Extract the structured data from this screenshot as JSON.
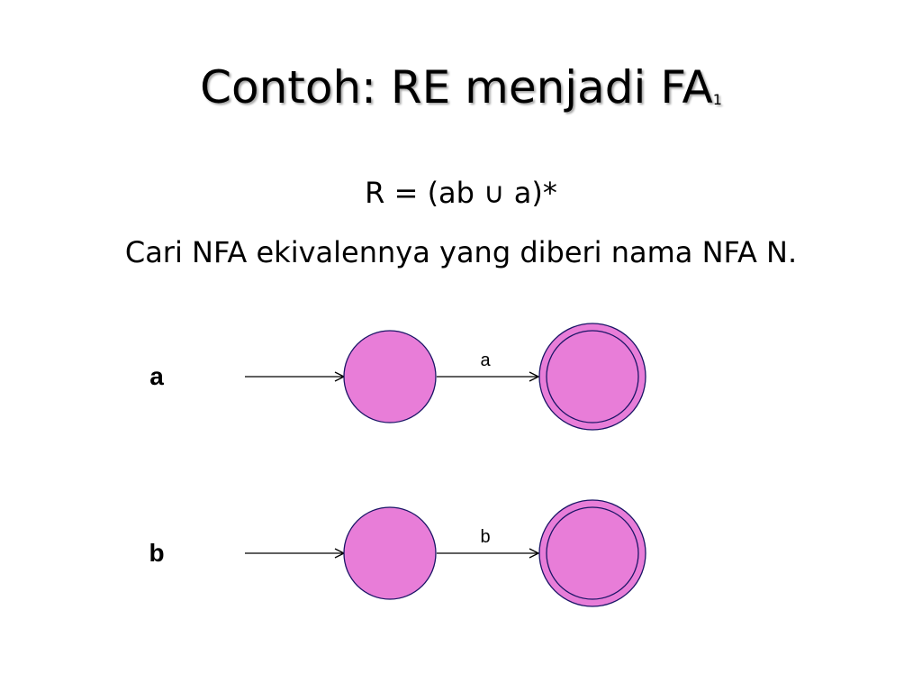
{
  "slide": {
    "title_main": "Contoh: RE menjadi FA",
    "title_subscript": "1",
    "regex_line": "R = (ab ∪ a)*",
    "task_line": "Cari NFA ekivalennya yang diberi nama NFA N."
  },
  "diagram": {
    "state_fill": "#e87dd8",
    "state_stroke": "#1a1466",
    "rows": [
      {
        "label": "a",
        "transition_symbol": "a"
      },
      {
        "label": "b",
        "transition_symbol": "b"
      }
    ]
  }
}
